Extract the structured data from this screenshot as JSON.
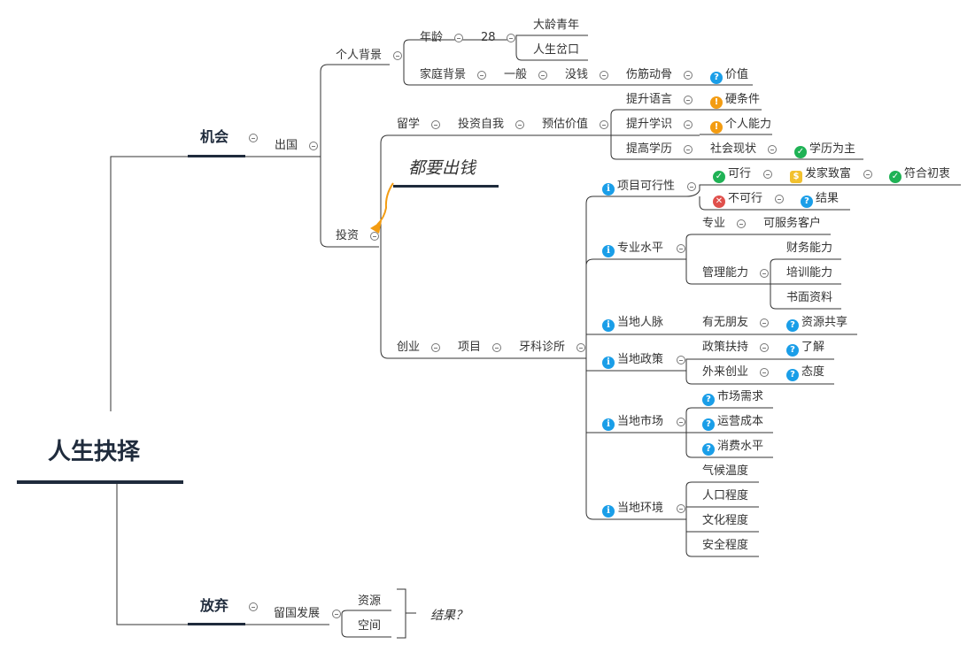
{
  "root": "人生抉择",
  "opportunity": {
    "label": "机会",
    "abroad": "出国",
    "personal_background": "个人背景",
    "age": "年龄",
    "age_value": "28",
    "older_youth": "大龄青年",
    "life_crossroad": "人生岔口",
    "family_background": "家庭背景",
    "average": "一般",
    "no_money": "没钱",
    "major_upheaval": "伤筋动骨",
    "value": "价值",
    "study_abroad": "留学",
    "invest_self": "投资自我",
    "estimate_value": "预估价值",
    "improve_language": "提升语言",
    "hard_requirement": "硬条件",
    "improve_knowledge": "提升学识",
    "personal_ability": "个人能力",
    "improve_degree": "提高学历",
    "social_reality": "社会现状",
    "degree_first": "学历为主",
    "need_money": "都要出钱",
    "invest": "投资",
    "startup": "创业",
    "project": "项目",
    "dental_clinic": "牙科诊所",
    "feasibility": "项目可行性",
    "feasible": "可行",
    "get_rich": "发家致富",
    "matches_intent": "符合初衷",
    "not_feasible": "不可行",
    "result": "结果",
    "professional_level": "专业水平",
    "professional": "专业",
    "serve_clients": "可服务客户",
    "management_ability": "管理能力",
    "financial_ability": "财务能力",
    "training_ability": "培训能力",
    "written_materials": "书面资料",
    "local_network": "当地人脉",
    "have_friends": "有无朋友",
    "resource_sharing": "资源共享",
    "local_policy": "当地政策",
    "policy_support": "政策扶持",
    "understand": "了解",
    "foreign_startup": "外来创业",
    "attitude": "态度",
    "local_market": "当地市场",
    "market_demand": "市场需求",
    "operating_cost": "运营成本",
    "consumption_level": "消费水平",
    "local_environment": "当地环境",
    "climate": "气候温度",
    "population": "人口程度",
    "culture": "文化程度",
    "safety": "安全程度"
  },
  "give_up": {
    "label": "放弃",
    "stay_home": "留国发展",
    "resources": "资源",
    "space": "空间",
    "result_q": "结果？"
  },
  "colors": {
    "line": "#333333",
    "accent_bar": "#1f2b3c",
    "arrow": "#f39c12",
    "info": "#1a9ee8",
    "ok": "#1fb255",
    "warn": "#f39c12",
    "bad": "#e0504c"
  }
}
